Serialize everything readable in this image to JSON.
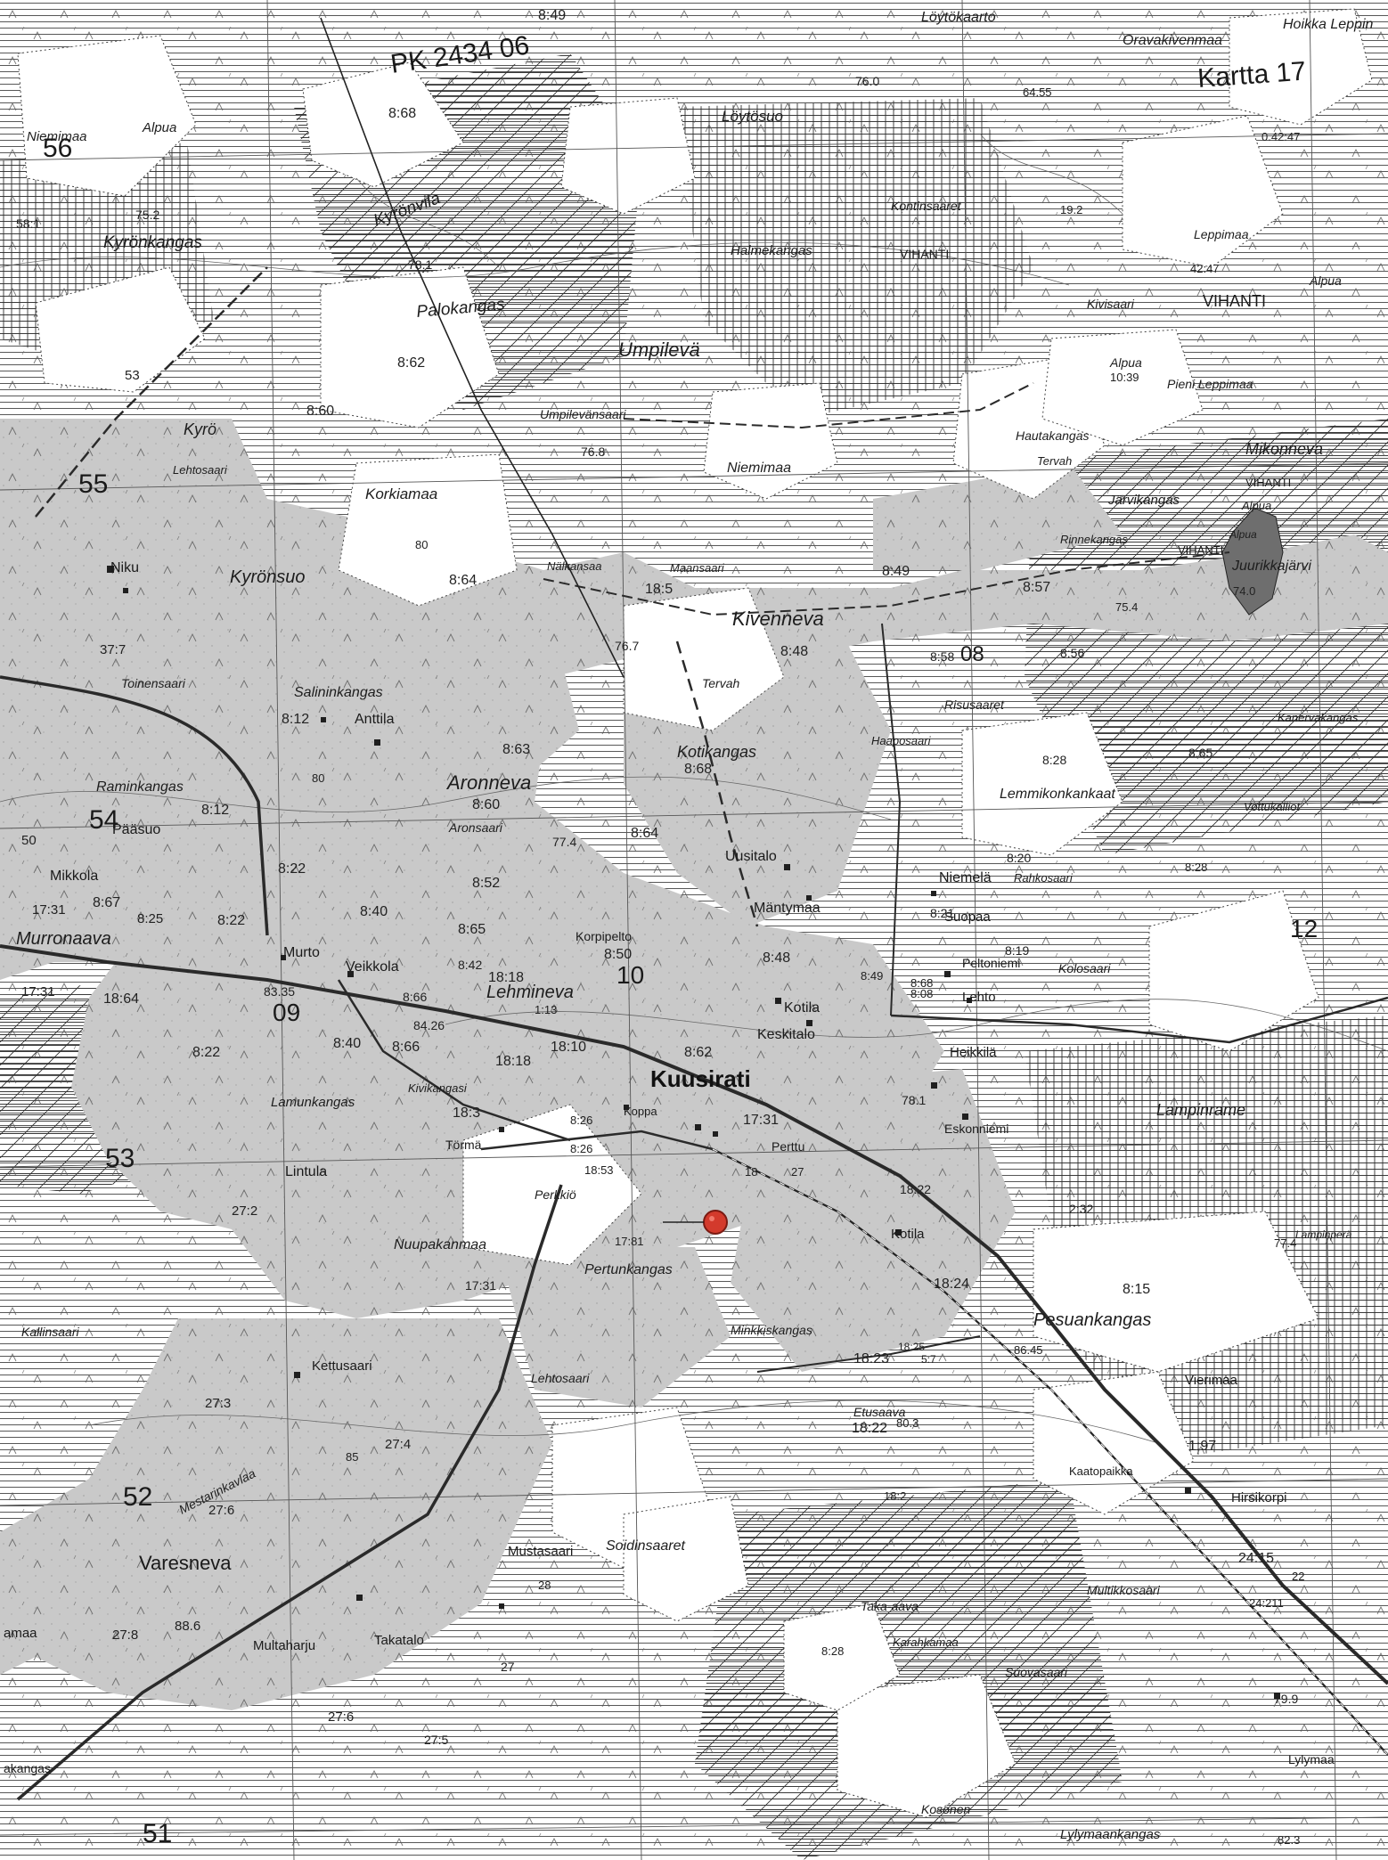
{
  "header": {
    "sheet_code": "PK 2434 06",
    "kartta_label": "Kartta 17"
  },
  "grid_numbers": [
    {
      "id": "g56",
      "text": "56"
    },
    {
      "id": "g55",
      "text": "55"
    },
    {
      "id": "g54",
      "text": "54"
    },
    {
      "id": "g53",
      "text": "53"
    },
    {
      "id": "g52",
      "text": "52"
    },
    {
      "id": "g51",
      "text": "51"
    },
    {
      "id": "g09",
      "text": "09"
    },
    {
      "id": "g10",
      "text": "10"
    },
    {
      "id": "g12",
      "text": "12"
    },
    {
      "id": "g08",
      "text": "08"
    }
  ],
  "places": [
    {
      "id": "loytokaarto",
      "text": "Löytökaarto"
    },
    {
      "id": "hoikka",
      "text": "Hoikka Leppin"
    },
    {
      "id": "oravakivenmaa",
      "text": "Oravakivenmaa"
    },
    {
      "id": "niemimaa-nw",
      "text": "Niemimaa"
    },
    {
      "id": "alpua-nw",
      "text": "Alpua"
    },
    {
      "id": "loytosuo",
      "text": "Löytösuo"
    },
    {
      "id": "kontinsaaret",
      "text": "Kontinsaaret"
    },
    {
      "id": "kyronvila",
      "text": "Kyrönvila"
    },
    {
      "id": "kyronkangas",
      "text": "Kyrönkangas"
    },
    {
      "id": "halmekangas",
      "text": "Halmekangas"
    },
    {
      "id": "vihanti-1",
      "text": "VIHANTI"
    },
    {
      "id": "leppimaa",
      "text": "Leppimaa"
    },
    {
      "id": "alpua-ne",
      "text": "Alpua"
    },
    {
      "id": "palokangas",
      "text": "Palokangas"
    },
    {
      "id": "kivisaari",
      "text": "Kivisaari"
    },
    {
      "id": "vihanti-2",
      "text": "VIHANTI"
    },
    {
      "id": "umpileva",
      "text": "Umpilevä"
    },
    {
      "id": "alpua-c",
      "text": "Alpua"
    },
    {
      "id": "pieni-leppimaa",
      "text": "Pieni Leppimaa"
    },
    {
      "id": "umpilevansaari",
      "text": "Umpilevänsaari"
    },
    {
      "id": "hautakangas",
      "text": "Hautakangas"
    },
    {
      "id": "mikonneva",
      "text": "Mikonneva"
    },
    {
      "id": "kyro",
      "text": "Kyrö"
    },
    {
      "id": "niemimaa-c",
      "text": "Niemimaa"
    },
    {
      "id": "tervah-1",
      "text": "Tervah"
    },
    {
      "id": "vihanti-3",
      "text": "VIHANTI"
    },
    {
      "id": "lehtosaari-nw",
      "text": "Lehtosaari"
    },
    {
      "id": "korkiamaa",
      "text": "Korkiamaa"
    },
    {
      "id": "jarvikangas",
      "text": "Järvikangas"
    },
    {
      "id": "alpua-e",
      "text": "Alpua"
    },
    {
      "id": "rinnekangas",
      "text": "Rinnekangas"
    },
    {
      "id": "vihanti-4",
      "text": "VIHANTI"
    },
    {
      "id": "juurikkajarvi",
      "text": "Juurikkajärvi"
    },
    {
      "id": "alpua-j",
      "text": "Alpua"
    },
    {
      "id": "niku",
      "text": "Niku"
    },
    {
      "id": "kyronsuo",
      "text": "Kyrönsuo"
    },
    {
      "id": "nalkansaa",
      "text": "Nälkansaa"
    },
    {
      "id": "maansaari",
      "text": "Maansaari"
    },
    {
      "id": "kivenneva",
      "text": "Kivenneva"
    },
    {
      "id": "toinensaari",
      "text": "Toinensaari"
    },
    {
      "id": "salininkangas",
      "text": "Salininkangas"
    },
    {
      "id": "tervah-2",
      "text": "Tervah"
    },
    {
      "id": "risusaaret",
      "text": "Risusaaret"
    },
    {
      "id": "kanervakangas",
      "text": "Kanervakangas"
    },
    {
      "id": "anttila",
      "text": "Anttila"
    },
    {
      "id": "haaposaari",
      "text": "Haaposaari"
    },
    {
      "id": "kotikangas",
      "text": "Kotikangas"
    },
    {
      "id": "raminkangas",
      "text": "Raminkangas"
    },
    {
      "id": "aronneva",
      "text": "Aronneva"
    },
    {
      "id": "lemmikonkankaat",
      "text": "Lemmikonkankaat"
    },
    {
      "id": "paasuo",
      "text": "Pääsuo"
    },
    {
      "id": "vottukalliot",
      "text": "Vottukalliot"
    },
    {
      "id": "aronsaari",
      "text": "Aronsaari"
    },
    {
      "id": "uusitalo",
      "text": "Uusitalo"
    },
    {
      "id": "mikkola",
      "text": "Mikkola"
    },
    {
      "id": "niemela",
      "text": "Niemelä"
    },
    {
      "id": "rahkosaari",
      "text": "Rahkosaari"
    },
    {
      "id": "mantymaa",
      "text": "Mäntymaa"
    },
    {
      "id": "murronaava",
      "text": "Murronaava"
    },
    {
      "id": "suopaa",
      "text": "Suopaa"
    },
    {
      "id": "korpipelto",
      "text": "Korpipelto"
    },
    {
      "id": "murto",
      "text": "Murto"
    },
    {
      "id": "veikkola",
      "text": "Veikkola"
    },
    {
      "id": "lehmineva",
      "text": "Lehmineva"
    },
    {
      "id": "kolosaari",
      "text": "Kolosaari"
    },
    {
      "id": "peltoniemi",
      "text": "Peltoniemi"
    },
    {
      "id": "kotila-1",
      "text": "Kotila"
    },
    {
      "id": "keskitalo",
      "text": "Keskitalo"
    },
    {
      "id": "lehto",
      "text": "Lehto"
    },
    {
      "id": "kuusirati",
      "text": "Kuusirati"
    },
    {
      "id": "heikkila",
      "text": "Heikkilä"
    },
    {
      "id": "kivikangasi",
      "text": "Kivikangasi"
    },
    {
      "id": "lampinrame",
      "text": "Lampinrame"
    },
    {
      "id": "lamunkangas",
      "text": "Lamunkangas"
    },
    {
      "id": "koppa",
      "text": "Koppa"
    },
    {
      "id": "torma",
      "text": "Törmä"
    },
    {
      "id": "perttu",
      "text": "Perttu"
    },
    {
      "id": "eskonniemi",
      "text": "Eskonniemi"
    },
    {
      "id": "lintula",
      "text": "Lintula"
    },
    {
      "id": "perkkio",
      "text": "Perkkiö"
    },
    {
      "id": "kotila-2",
      "text": "Kotila"
    },
    {
      "id": "nuupakanmaa",
      "text": "Nuupakanmaa"
    },
    {
      "id": "pertunkangas",
      "text": "Pertunkangas"
    },
    {
      "id": "pesuankangas",
      "text": "Pesuankangas"
    },
    {
      "id": "kallinsaari",
      "text": "Kallinsaari"
    },
    {
      "id": "minkkiskangas",
      "text": "Minkkiskangas"
    },
    {
      "id": "vierimaa",
      "text": "Vierimaa"
    },
    {
      "id": "kettusaari",
      "text": "Kettusaari"
    },
    {
      "id": "lehtosaari-s",
      "text": "Lehtosaari"
    },
    {
      "id": "etusaava",
      "text": "Etusaava"
    },
    {
      "id": "mestarinkavlaa",
      "text": "Mestarinkavlaa"
    },
    {
      "id": "kaatopaikka",
      "text": "Kaatopaikka"
    },
    {
      "id": "hirsikorpi",
      "text": "Hirsikorpi"
    },
    {
      "id": "soidinsaaret",
      "text": "Soidinsaaret"
    },
    {
      "id": "varesneva",
      "text": "Varesneva"
    },
    {
      "id": "mustasaari",
      "text": "Mustasaari"
    },
    {
      "id": "multikkosaari",
      "text": "Multikkosaari"
    },
    {
      "id": "taka-aava",
      "text": "Taka-aava"
    },
    {
      "id": "amaa",
      "text": "amaa"
    },
    {
      "id": "multaharju",
      "text": "Multaharju"
    },
    {
      "id": "takatalo",
      "text": "Takatalo"
    },
    {
      "id": "karahkamaa",
      "text": "Karahkamaa"
    },
    {
      "id": "suovasaari",
      "text": "Suovasaari"
    },
    {
      "id": "lampinperi",
      "text": "Lampinperä"
    },
    {
      "id": "akangas",
      "text": "akangas"
    },
    {
      "id": "lylymaa",
      "text": "Lylymaa"
    },
    {
      "id": "kosonen",
      "text": "Kosonen"
    },
    {
      "id": "lylymaankangas",
      "text": "Lylymaankangas"
    }
  ],
  "spot_codes": [
    {
      "id": "c849",
      "text": "8:49"
    },
    {
      "id": "c868",
      "text": "8:68"
    },
    {
      "id": "c760",
      "text": "76.0"
    },
    {
      "id": "c6455",
      "text": "64.55"
    },
    {
      "id": "c4247",
      "text": "0.42:47"
    },
    {
      "id": "c581",
      "text": "58:1"
    },
    {
      "id": "c752",
      "text": "75.2"
    },
    {
      "id": "c192",
      "text": "19.2"
    },
    {
      "id": "c781",
      "text": "78.1"
    },
    {
      "id": "c4247b",
      "text": "42:47"
    },
    {
      "id": "c862",
      "text": "8:62"
    },
    {
      "id": "c1039",
      "text": "10:39"
    },
    {
      "id": "c860",
      "text": "8:60"
    },
    {
      "id": "c53",
      "text": "53"
    },
    {
      "id": "c768",
      "text": "76.8"
    },
    {
      "id": "c80a",
      "text": "80"
    },
    {
      "id": "c864",
      "text": "8:64"
    },
    {
      "id": "c185",
      "text": "18:5"
    },
    {
      "id": "c849b",
      "text": "8:49"
    },
    {
      "id": "c857",
      "text": "8:57"
    },
    {
      "id": "c754",
      "text": "75.4"
    },
    {
      "id": "c740",
      "text": "74.0"
    },
    {
      "id": "c767",
      "text": "76.7"
    },
    {
      "id": "c848",
      "text": "8:48"
    },
    {
      "id": "c858",
      "text": "8:58"
    },
    {
      "id": "c856",
      "text": "8:56"
    },
    {
      "id": "c377",
      "text": "37:7"
    },
    {
      "id": "c812",
      "text": "8:12"
    },
    {
      "id": "c863",
      "text": "8:63"
    },
    {
      "id": "c868b",
      "text": "8:68"
    },
    {
      "id": "c828",
      "text": "8:28"
    },
    {
      "id": "c865",
      "text": "8:65"
    },
    {
      "id": "c812b",
      "text": "8:12"
    },
    {
      "id": "c80b",
      "text": "80"
    },
    {
      "id": "c860b",
      "text": "8:60"
    },
    {
      "id": "c774",
      "text": "77.4"
    },
    {
      "id": "c864b",
      "text": "8:64"
    },
    {
      "id": "c50",
      "text": "50"
    },
    {
      "id": "c822",
      "text": "8:22"
    },
    {
      "id": "c852",
      "text": "8:52"
    },
    {
      "id": "c820",
      "text": "8:20"
    },
    {
      "id": "c828b",
      "text": "8:28"
    },
    {
      "id": "c1731",
      "text": "17:31"
    },
    {
      "id": "c867",
      "text": "8:67"
    },
    {
      "id": "c825",
      "text": "8:25"
    },
    {
      "id": "c822b",
      "text": "8:22"
    },
    {
      "id": "c840",
      "text": "8:40"
    },
    {
      "id": "c865b",
      "text": "8:65"
    },
    {
      "id": "c821",
      "text": "8:21"
    },
    {
      "id": "c850",
      "text": "8:50"
    },
    {
      "id": "c848b",
      "text": "8:48"
    },
    {
      "id": "c849c",
      "text": "8:49"
    },
    {
      "id": "c868c",
      "text": "8:68"
    },
    {
      "id": "c819",
      "text": "8:19"
    },
    {
      "id": "c8335",
      "text": "83.35"
    },
    {
      "id": "c842",
      "text": "8:42"
    },
    {
      "id": "c1818",
      "text": "18:18"
    },
    {
      "id": "c1731b",
      "text": "17:31"
    },
    {
      "id": "c1864",
      "text": "18:64"
    },
    {
      "id": "c866",
      "text": "8:66"
    },
    {
      "id": "c8426",
      "text": "84.26"
    },
    {
      "id": "c113",
      "text": "1:13"
    },
    {
      "id": "c808",
      "text": "8:08"
    },
    {
      "id": "c840b",
      "text": "8:40"
    },
    {
      "id": "c866b",
      "text": "8:66"
    },
    {
      "id": "c1818b",
      "text": "18:18"
    },
    {
      "id": "c1810",
      "text": "18:10"
    },
    {
      "id": "c862b",
      "text": "8:62"
    },
    {
      "id": "c822c",
      "text": "8:22"
    },
    {
      "id": "c183",
      "text": "18:3"
    },
    {
      "id": "c826",
      "text": "8:26"
    },
    {
      "id": "c1731c",
      "text": "17:31"
    },
    {
      "id": "c781b",
      "text": "78.1"
    },
    {
      "id": "c826b",
      "text": "8:26"
    },
    {
      "id": "c1853",
      "text": "18:53"
    },
    {
      "id": "c27",
      "text": "27"
    },
    {
      "id": "c18",
      "text": "18"
    },
    {
      "id": "c1822",
      "text": "18:22"
    },
    {
      "id": "c272",
      "text": "27:2"
    },
    {
      "id": "c232",
      "text": "2:32"
    },
    {
      "id": "c774b",
      "text": "77.4"
    },
    {
      "id": "c1781",
      "text": "17:81"
    },
    {
      "id": "c1731d",
      "text": "17:31"
    },
    {
      "id": "c1824",
      "text": "18:24"
    },
    {
      "id": "c815",
      "text": "8:15"
    },
    {
      "id": "c8645",
      "text": "86.45"
    },
    {
      "id": "c1823",
      "text": "18:23"
    },
    {
      "id": "c1825",
      "text": "18:25"
    },
    {
      "id": "c57",
      "text": "5:7"
    },
    {
      "id": "c273",
      "text": "27:3"
    },
    {
      "id": "c1822b",
      "text": "18:22"
    },
    {
      "id": "c803",
      "text": "80.3"
    },
    {
      "id": "c197",
      "text": "1:97"
    },
    {
      "id": "c274",
      "text": "27:4"
    },
    {
      "id": "c85",
      "text": "85"
    },
    {
      "id": "c182",
      "text": "18:2"
    },
    {
      "id": "c276",
      "text": "27:6"
    },
    {
      "id": "c2415",
      "text": "24:15"
    },
    {
      "id": "c22",
      "text": "22"
    },
    {
      "id": "c24211",
      "text": "24:211"
    },
    {
      "id": "c278",
      "text": "27:8"
    },
    {
      "id": "c886",
      "text": "88.6"
    },
    {
      "id": "c276b",
      "text": "27:6"
    },
    {
      "id": "c275",
      "text": "27:5"
    },
    {
      "id": "c828c",
      "text": "8:28"
    },
    {
      "id": "c799",
      "text": "79.9"
    },
    {
      "id": "c823",
      "text": "82.3"
    },
    {
      "id": "c28",
      "text": "28"
    },
    {
      "id": "c27b",
      "text": "27"
    }
  ],
  "marker": {
    "color": "#d33a2c",
    "icon": "red-location-dot-icon"
  },
  "colors": {
    "field_gray": "#c8c8c8",
    "lake_gray": "#6e6e6e",
    "line": "#2a2a2a",
    "paper": "#ffffff"
  }
}
